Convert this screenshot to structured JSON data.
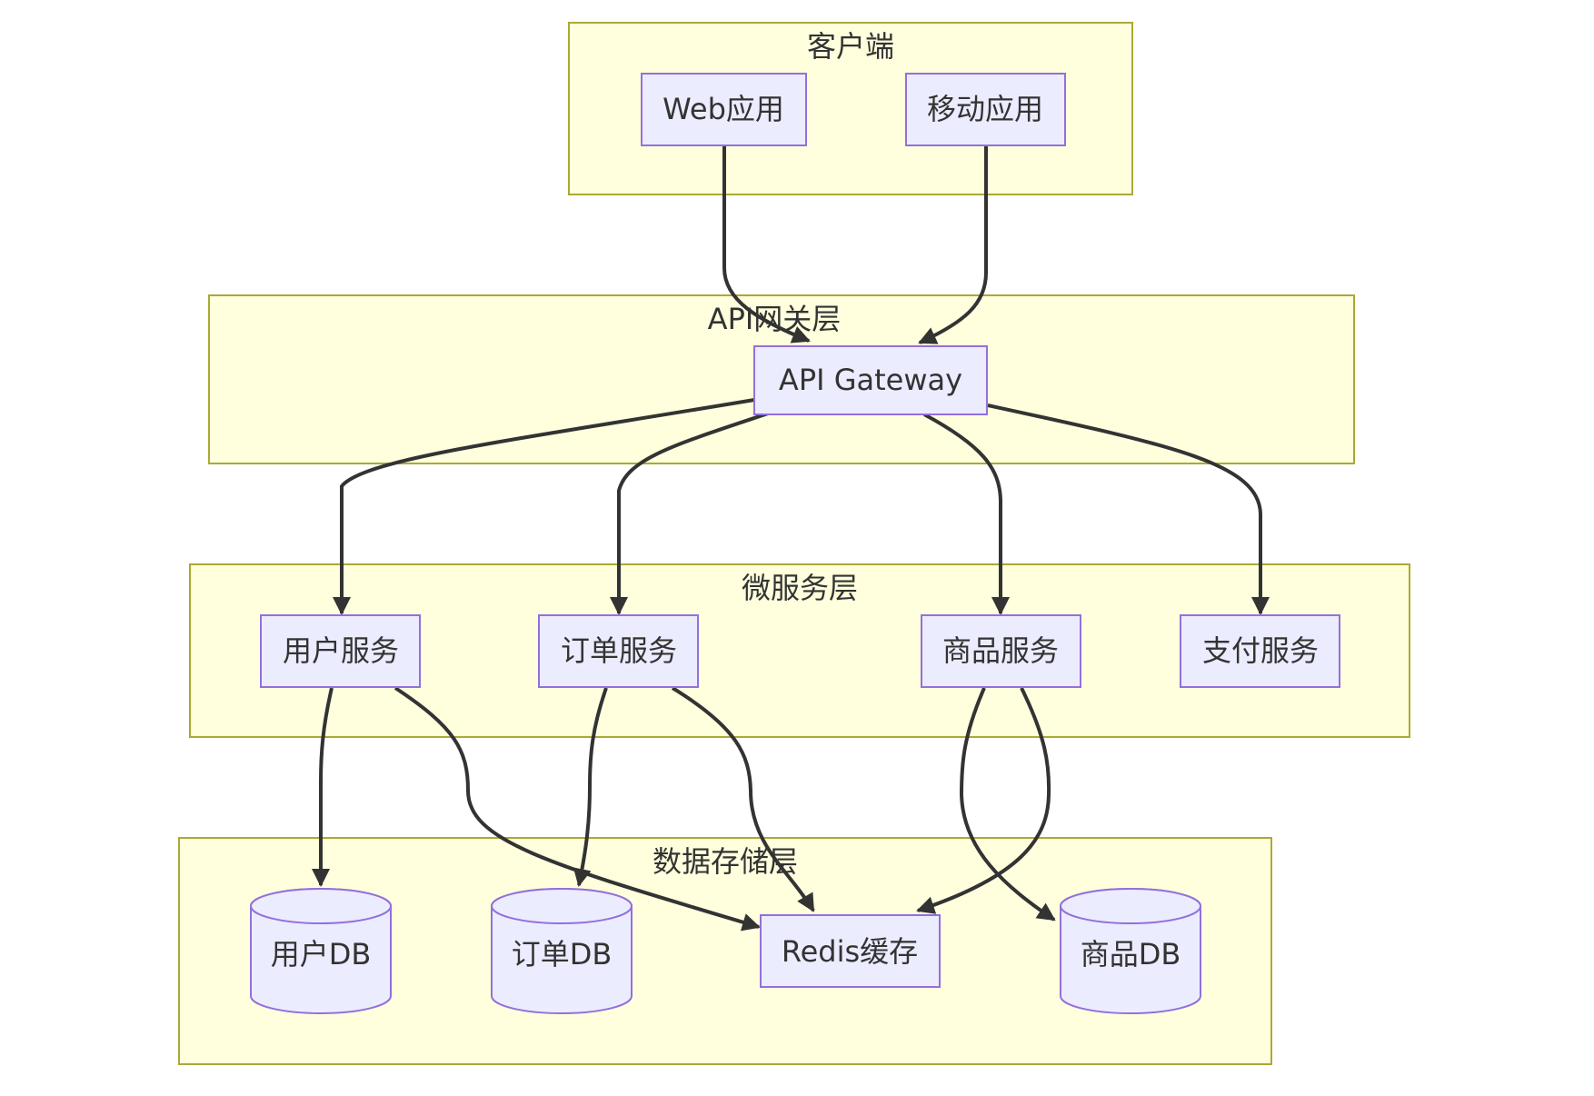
{
  "clusters": {
    "client": "客户端",
    "gateway": "API网关层",
    "services": "微服务层",
    "storage": "数据存储层"
  },
  "nodes": {
    "web_app": "Web应用",
    "mobile_app": "移动应用",
    "api_gateway": "API Gateway",
    "user_service": "用户服务",
    "order_service": "订单服务",
    "product_service": "商品服务",
    "payment_service": "支付服务",
    "user_db": "用户DB",
    "order_db": "订单DB",
    "redis_cache": "Redis缓存",
    "product_db": "商品DB"
  },
  "edges": [
    {
      "from": "web_app",
      "to": "api_gateway"
    },
    {
      "from": "mobile_app",
      "to": "api_gateway"
    },
    {
      "from": "api_gateway",
      "to": "user_service"
    },
    {
      "from": "api_gateway",
      "to": "order_service"
    },
    {
      "from": "api_gateway",
      "to": "product_service"
    },
    {
      "from": "api_gateway",
      "to": "payment_service"
    },
    {
      "from": "user_service",
      "to": "user_db"
    },
    {
      "from": "user_service",
      "to": "redis_cache"
    },
    {
      "from": "order_service",
      "to": "order_db"
    },
    {
      "from": "order_service",
      "to": "redis_cache"
    },
    {
      "from": "product_service",
      "to": "product_db"
    },
    {
      "from": "product_service",
      "to": "redis_cache"
    }
  ],
  "colors": {
    "cluster_fill": "#ffffde",
    "cluster_stroke": "#aaaa33",
    "node_fill": "#ececff",
    "node_stroke": "#9370db",
    "edge": "#333333"
  }
}
